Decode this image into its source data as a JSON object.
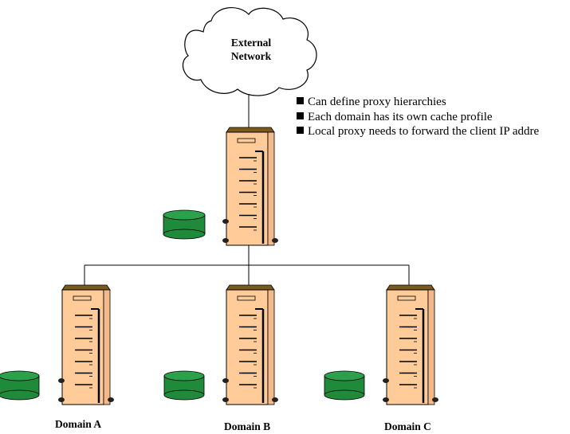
{
  "cloud": {
    "line1": "External",
    "line2": "Network"
  },
  "bullets": [
    "Can define proxy hierarchies",
    "Each domain has its own cache profile",
    "Local proxy needs to forward the client IP addre"
  ],
  "domains": [
    {
      "label": "Domain A"
    },
    {
      "label": "Domain B"
    },
    {
      "label": "Domain C"
    }
  ],
  "colors": {
    "server_body": "#ffcc99",
    "server_top": "#7a5a1c",
    "cache_disk": "#1e8a3a",
    "line": "#000000"
  }
}
